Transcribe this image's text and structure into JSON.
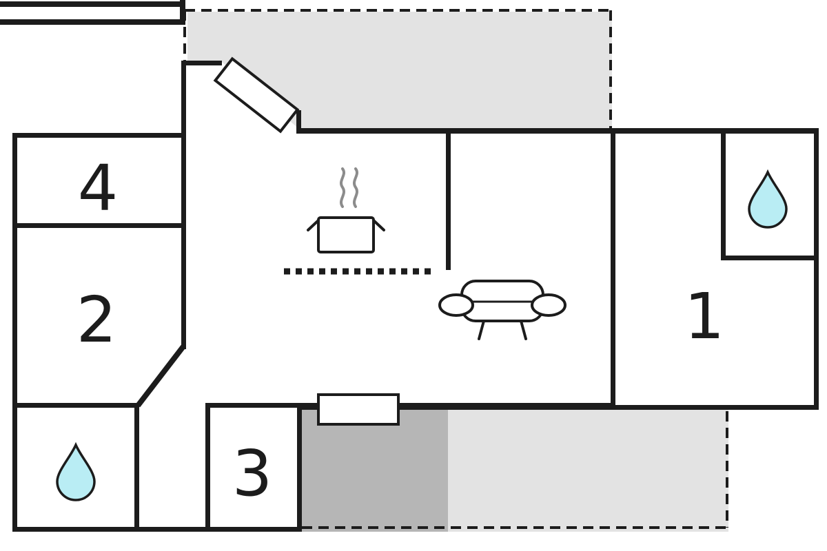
{
  "room_labels": {
    "room1": "1",
    "room2": "2",
    "room3": "3",
    "room4": "4"
  },
  "icons": {
    "water_drop_top_right": {
      "name": "water-drop-icon",
      "shape": "teardrop"
    },
    "water_drop_bottom_left": {
      "name": "water-drop-icon",
      "shape": "teardrop"
    },
    "stove": {
      "name": "stove-icon",
      "shape": "pot-with-steam-lines"
    },
    "kitchen_counter": {
      "name": "counter-dotted-line",
      "shape": "thick-dotted-line"
    },
    "sofa": {
      "name": "sofa-icon",
      "shape": "sofa-top-view"
    },
    "entrance_door": {
      "name": "entrance-door-icon",
      "shape": "diagonal-door-leaf"
    },
    "terrace_door": {
      "name": "terrace-door-icon",
      "shape": "rectangle-on-wall"
    }
  },
  "colors": {
    "wall": "#1c1c1c",
    "background": "#ffffff",
    "terrace_light": "#e3e3e3",
    "steps_dark": "#b6b6b6",
    "water_drop_fill": "#b9edf4",
    "steam": "#8c8c8c"
  }
}
